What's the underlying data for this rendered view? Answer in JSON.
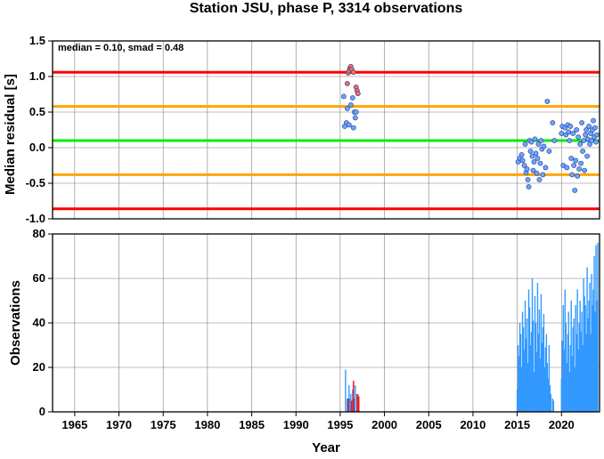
{
  "chart_data": [
    {
      "type": "scatter",
      "title": "Station JSU, phase P, 3314 observations",
      "ylabel": "Median residual [s]",
      "annotation": "median = 0.10, smad = 0.48",
      "xlim": [
        1962.5,
        2024.3
      ],
      "ylim": [
        -1.0,
        1.5
      ],
      "yticks": [
        "1.5",
        "1.0",
        "0.5",
        "0.0",
        "-0.5",
        "-1.0"
      ],
      "ytick_values": [
        1.5,
        1.0,
        0.5,
        0.0,
        -0.5,
        -1.0
      ],
      "grid": true,
      "reference_lines": [
        {
          "value": 1.06,
          "color": "#ff0000"
        },
        {
          "value": 0.58,
          "color": "#ffa500"
        },
        {
          "value": 0.1,
          "color": "#00ee00"
        },
        {
          "value": -0.38,
          "color": "#ffa500"
        },
        {
          "value": -0.86,
          "color": "#ff0000"
        }
      ],
      "series": [
        {
          "color": "#ff6b5b",
          "points": [
            [
              1995.8,
              0.9
            ],
            [
              1995.9,
              1.05
            ],
            [
              1996.0,
              1.08
            ],
            [
              1996.1,
              1.12
            ],
            [
              1996.2,
              1.14
            ],
            [
              1996.3,
              1.1
            ],
            [
              1996.5,
              1.06
            ],
            [
              1996.8,
              0.85
            ],
            [
              1996.9,
              0.8
            ],
            [
              1997.0,
              0.76
            ]
          ]
        },
        {
          "color": "#6ea3ff",
          "points": [
            [
              1995.4,
              0.72
            ],
            [
              1995.5,
              0.3
            ],
            [
              1995.7,
              0.35
            ],
            [
              1995.8,
              0.55
            ],
            [
              1996.0,
              0.32
            ],
            [
              1996.2,
              0.6
            ],
            [
              1996.4,
              0.7
            ],
            [
              1996.6,
              0.5
            ],
            [
              1996.7,
              0.42
            ],
            [
              1996.8,
              0.5
            ],
            [
              1996.5,
              0.28
            ],
            [
              2015.1,
              -0.2
            ],
            [
              2015.3,
              -0.15
            ],
            [
              2015.5,
              -0.1
            ],
            [
              2015.6,
              -0.18
            ],
            [
              2015.8,
              -0.25
            ],
            [
              2015.9,
              0.05
            ],
            [
              2016.0,
              -0.35
            ],
            [
              2016.1,
              -0.3
            ],
            [
              2016.2,
              -0.45
            ],
            [
              2016.3,
              -0.55
            ],
            [
              2016.4,
              0.1
            ],
            [
              2016.5,
              -0.05
            ],
            [
              2016.6,
              0.08
            ],
            [
              2016.7,
              -0.12
            ],
            [
              2016.8,
              -0.32
            ],
            [
              2016.9,
              -0.2
            ],
            [
              2017.0,
              0.12
            ],
            [
              2017.1,
              -0.08
            ],
            [
              2017.2,
              -0.36
            ],
            [
              2017.3,
              -0.15
            ],
            [
              2017.4,
              0.05
            ],
            [
              2017.5,
              -0.45
            ],
            [
              2017.6,
              -0.22
            ],
            [
              2017.7,
              0.1
            ],
            [
              2017.8,
              -0.02
            ],
            [
              2017.9,
              -0.38
            ],
            [
              2018.0,
              0.02
            ],
            [
              2018.2,
              -0.28
            ],
            [
              2018.4,
              0.65
            ],
            [
              2018.6,
              -0.05
            ],
            [
              2019.0,
              0.35
            ],
            [
              2019.2,
              0.1
            ],
            [
              2020.0,
              0.2
            ],
            [
              2020.1,
              0.3
            ],
            [
              2020.2,
              -0.25
            ],
            [
              2020.4,
              0.28
            ],
            [
              2020.5,
              0.18
            ],
            [
              2020.6,
              -0.28
            ],
            [
              2020.7,
              0.32
            ],
            [
              2020.8,
              0.22
            ],
            [
              2020.9,
              0.1
            ],
            [
              2021.0,
              0.3
            ],
            [
              2021.1,
              -0.15
            ],
            [
              2021.2,
              -0.38
            ],
            [
              2021.3,
              0.2
            ],
            [
              2021.4,
              -0.25
            ],
            [
              2021.5,
              -0.6
            ],
            [
              2021.6,
              -0.18
            ],
            [
              2021.7,
              0.25
            ],
            [
              2021.8,
              -0.4
            ],
            [
              2021.9,
              0.15
            ],
            [
              2022.0,
              -0.3
            ],
            [
              2022.1,
              0.05
            ],
            [
              2022.2,
              -0.22
            ],
            [
              2022.3,
              0.35
            ],
            [
              2022.4,
              -0.05
            ],
            [
              2022.5,
              0.1
            ],
            [
              2022.6,
              -0.32
            ],
            [
              2022.7,
              0.18
            ],
            [
              2022.8,
              0.25
            ],
            [
              2022.9,
              -0.12
            ],
            [
              2023.0,
              0.12
            ],
            [
              2023.1,
              0.3
            ],
            [
              2023.2,
              0.05
            ],
            [
              2023.3,
              0.2
            ],
            [
              2023.4,
              0.1
            ],
            [
              2023.5,
              0.25
            ],
            [
              2023.6,
              0.38
            ],
            [
              2023.7,
              0.15
            ],
            [
              2023.8,
              0.28
            ],
            [
              2023.9,
              0.08
            ],
            [
              2024.0,
              0.18
            ]
          ]
        }
      ]
    },
    {
      "type": "bar",
      "ylabel": "Observations",
      "xlabel": "Year",
      "xlim": [
        1962.5,
        2024.3
      ],
      "ylim": [
        0,
        80
      ],
      "yticks": [
        "80",
        "60",
        "40",
        "20",
        "0"
      ],
      "ytick_values": [
        80,
        60,
        40,
        20,
        0
      ],
      "xticks": [
        "1965",
        "1970",
        "1975",
        "1980",
        "1985",
        "1990",
        "1995",
        "2000",
        "2005",
        "2010",
        "2015",
        "2020"
      ],
      "xtick_values": [
        1965,
        1970,
        1975,
        1980,
        1985,
        1990,
        1995,
        2000,
        2005,
        2010,
        2015,
        2020
      ],
      "grid": true,
      "colors": {
        "low": "#ff0000",
        "normal": "#3399ff"
      },
      "bars_red": [
        [
          1995.9,
          6
        ],
        [
          1996.3,
          5
        ],
        [
          1996.5,
          14
        ],
        [
          1996.9,
          8
        ],
        [
          1997.1,
          7
        ]
      ],
      "bars_blue": [
        [
          1995.6,
          19
        ],
        [
          1995.8,
          6
        ],
        [
          1996.0,
          12
        ],
        [
          1996.1,
          6
        ],
        [
          1996.2,
          8
        ],
        [
          1996.4,
          10
        ],
        [
          1996.6,
          6
        ],
        [
          1996.7,
          12
        ],
        [
          1997.0,
          8
        ]
      ],
      "blue_dense": {
        "x": [
          2015.0,
          2015.1,
          2015.2,
          2015.3,
          2015.4,
          2015.5,
          2015.6,
          2015.7,
          2015.8,
          2015.9,
          2016.0,
          2016.1,
          2016.2,
          2016.3,
          2016.4,
          2016.5,
          2016.6,
          2016.7,
          2016.8,
          2016.9,
          2017.0,
          2017.1,
          2017.2,
          2017.3,
          2017.4,
          2017.5,
          2017.6,
          2017.7,
          2017.8,
          2017.9,
          2018.0,
          2018.1,
          2018.2,
          2018.3,
          2018.4,
          2018.5,
          2018.6,
          2018.7,
          2018.8,
          2019.0,
          2019.1,
          2020.0,
          2020.1,
          2020.2,
          2020.3,
          2020.4,
          2020.5,
          2020.6,
          2020.7,
          2020.8,
          2020.9,
          2021.0,
          2021.1,
          2021.2,
          2021.3,
          2021.4,
          2021.5,
          2021.6,
          2021.7,
          2021.8,
          2021.9,
          2022.0,
          2022.1,
          2022.2,
          2022.3,
          2022.4,
          2022.5,
          2022.6,
          2022.7,
          2022.8,
          2022.9,
          2023.0,
          2023.1,
          2023.2,
          2023.3,
          2023.4,
          2023.5,
          2023.6,
          2023.7,
          2023.8,
          2023.9,
          2024.0,
          2024.1
        ],
        "y": [
          10,
          30,
          25,
          40,
          35,
          20,
          45,
          38,
          28,
          50,
          33,
          42,
          22,
          55,
          47,
          30,
          36,
          60,
          41,
          18,
          52,
          40,
          27,
          58,
          35,
          46,
          24,
          53,
          31,
          38,
          44,
          20,
          29,
          35,
          22,
          15,
          30,
          12,
          8,
          6,
          5,
          15,
          32,
          48,
          28,
          55,
          40,
          22,
          35,
          45,
          18,
          30,
          50,
          25,
          38,
          42,
          20,
          48,
          35,
          55,
          28,
          40,
          50,
          36,
          45,
          30,
          60,
          52,
          48,
          35,
          65,
          42,
          50,
          58,
          35,
          62,
          48,
          55,
          70,
          45,
          75,
          50,
          76
        ]
      }
    }
  ]
}
